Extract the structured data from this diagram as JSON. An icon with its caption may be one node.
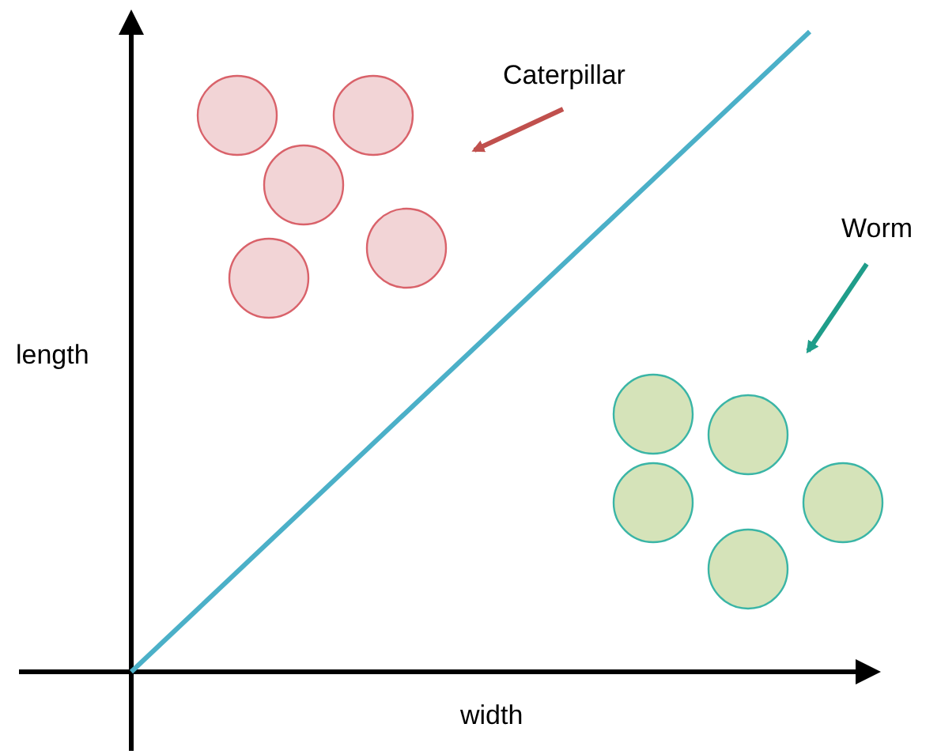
{
  "diagram": {
    "nodes": [
      {
        "text": [
          "Caterpillar"
        ]
      },
      {
        "text": [
          "Worm"
        ]
      }
    ],
    "edges": [
      {
        "from": 0,
        "to": null,
        "arrow": "to",
        "color": "#c0504d"
      },
      {
        "from": 1,
        "to": null,
        "arrow": "to",
        "color": "#1f9d8a"
      }
    ],
    "labels": [
      "length",
      "width"
    ]
  }
}
